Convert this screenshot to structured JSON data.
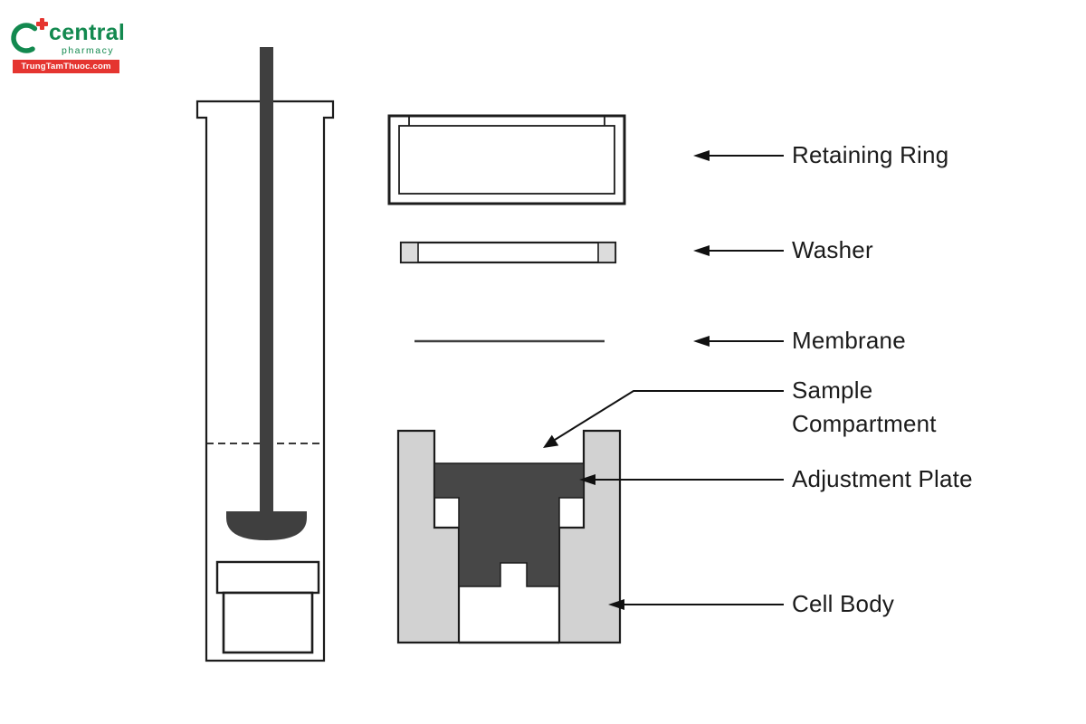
{
  "logo": {
    "brand": "central",
    "brand_sub": "pharmacy",
    "tagline": "TrungTamThuoc.com"
  },
  "labels": {
    "retaining_ring": "Retaining Ring",
    "washer": "Washer",
    "membrane": "Membrane",
    "sample_line1": "Sample",
    "sample_line2": "Compartment",
    "adjustment_plate": "Adjustment Plate",
    "cell_body": "Cell Body"
  },
  "colors": {
    "ink": "#1c1c1c",
    "dark_fill": "#3f3f3f",
    "plate_dark": "#474747",
    "wall_gray": "#d2d2d2",
    "washer_end": "#dcdcdc",
    "logo_green": "#13894f",
    "logo_red": "#e53530"
  }
}
